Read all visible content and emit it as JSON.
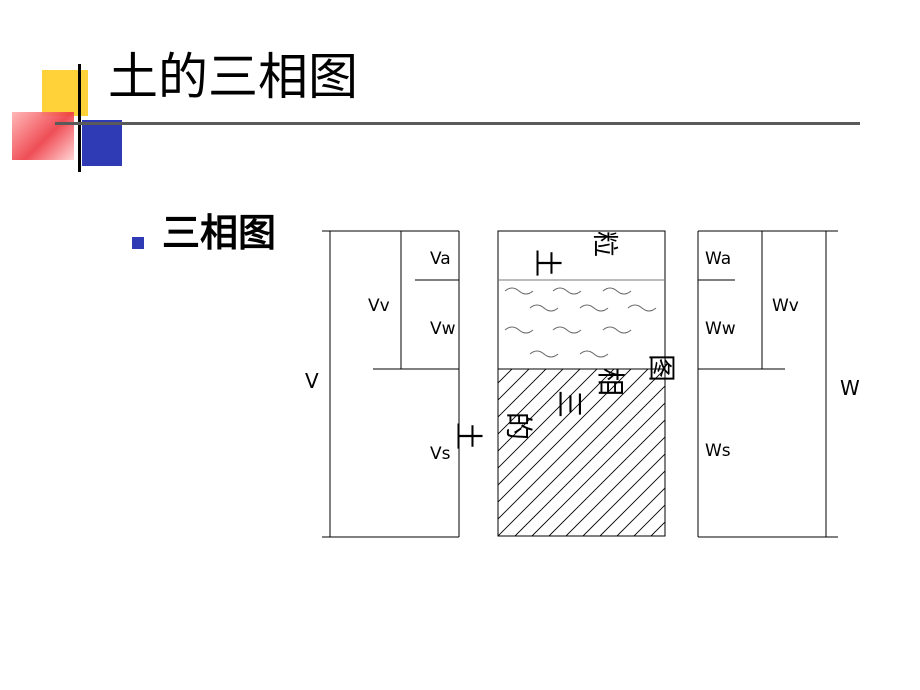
{
  "slide": {
    "title": "土的三相图",
    "bullet": "三相图"
  },
  "diagram": {
    "left_labels": {
      "V": "V",
      "Vv": "Vv",
      "Va": "Va",
      "Vw": "Vw",
      "Vs": "Vs"
    },
    "middle_labels": {
      "particle_1": "粒",
      "particle_2": "土",
      "vertical_title": [
        "图",
        "相",
        "三",
        "的",
        "土"
      ]
    },
    "right_labels": {
      "Wa": "Wa",
      "Ww": "Ww",
      "Wv": "Wv",
      "Ws": "Ws",
      "W": "W"
    }
  },
  "colors": {
    "accent_yellow": "#ffd23a",
    "accent_red": "#ee3a43",
    "accent_blue": "#2e3bb5",
    "rule_gray": "#5a5a5a"
  }
}
